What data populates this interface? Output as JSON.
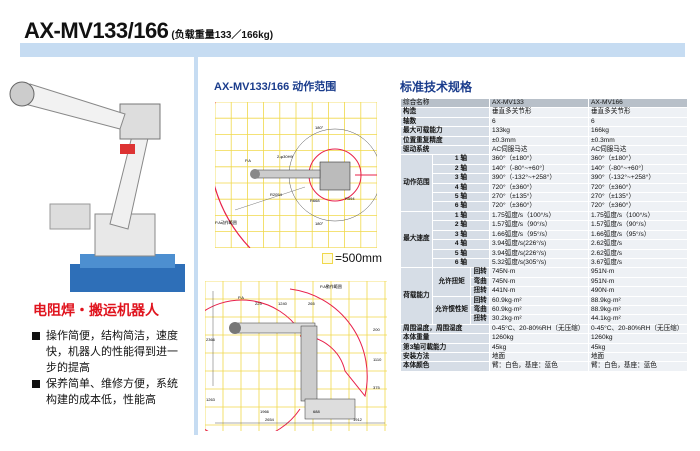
{
  "title": {
    "model": "AX-MV133/166",
    "subtitle": "(负载重量133／166kg)"
  },
  "left": {
    "category": "电阻焊・搬运机器人",
    "bullets": [
      "操作简便，结构简洁，速度快，机器人的性能得到进一步的提高",
      "保养简单、维修方便，系统构建的成本低，性能高"
    ]
  },
  "range": {
    "heading": "AX-MV133/166 动作范围",
    "legend": "=500mm",
    "top_labels": {
      "a180_top": "180°",
      "a180_bot": "180°",
      "pa": "P.A",
      "hole": "2-φ30H9",
      "r2": "R2054",
      "r1": "R668",
      "r3": "R594",
      "pa_range": "P.A动作範囲"
    },
    "side_labels": {
      "pa": "P.A",
      "pa_range": "P.A動作範囲",
      "d225": "225",
      "d1240": "1240",
      "d265": "265",
      "d2366": "2366",
      "d1263": "1263",
      "d1110": "1110",
      "d375": "375",
      "d200": "200",
      "d1966": "1966",
      "d688": "688",
      "d2654": "2654",
      "d1912": "1912"
    }
  },
  "spec": {
    "heading": "标准技术规格",
    "header": [
      "综合名称",
      "AX-MV133",
      "AX-MV166"
    ],
    "rows": [
      [
        "构造",
        "垂直多关节形",
        "垂直多关节形"
      ],
      [
        "轴数",
        "6",
        "6"
      ],
      [
        "最大可载能力",
        "133kg",
        "166kg"
      ],
      [
        "位置重复精度",
        "±0.3mm",
        "±0.3mm"
      ],
      [
        "驱动系统",
        "AC伺服马达",
        "AC伺服马达"
      ]
    ],
    "groups": [
      {
        "label": "动作范围",
        "rows": [
          [
            "1 轴",
            "360°（±180°）",
            "360°（±180°）"
          ],
          [
            "2 轴",
            "140°（-80°~+60°）",
            "140°（-80°~+60°）"
          ],
          [
            "3 轴",
            "390°（-132°~+258°）",
            "390°（-132°~+258°）"
          ],
          [
            "4 轴",
            "720°（±360°）",
            "720°（±360°）"
          ],
          [
            "5 轴",
            "270°（±135°）",
            "270°（±135°）"
          ],
          [
            "6 轴",
            "720°（±360°）",
            "720°（±360°）"
          ]
        ]
      },
      {
        "label": "最大速度",
        "rows": [
          [
            "1 轴",
            "1.75弧度/s（100°/s）",
            "1.75弧度/s（100°/s）"
          ],
          [
            "2 轴",
            "1.57弧度/s（90°/s）",
            "1.57弧度/s（90°/s）"
          ],
          [
            "3 轴",
            "1.66弧度/s（95°/s）",
            "1.66弧度/s（95°/s）"
          ],
          [
            "4 轴",
            "3.94弧度/s(226°/s)",
            "2.62弧度/s"
          ],
          [
            "5 轴",
            "3.94弧度/s(226°/s)",
            "2.62弧度/s"
          ],
          [
            "6 轴",
            "5.32弧度/s(305°/s)",
            "3.67弧度/s"
          ]
        ]
      }
    ],
    "load": {
      "label": "荷载能力",
      "subgroups": [
        {
          "label": "允许扭矩",
          "rows": [
            [
              "回转",
              "745N·m",
              "951N·m"
            ],
            [
              "弯曲",
              "745N·m",
              "951N·m"
            ],
            [
              "扭转",
              "441N·m",
              "490N·m"
            ]
          ]
        },
        {
          "label": "允许惯性矩",
          "rows": [
            [
              "回转",
              "60.9kg·m²",
              "88.9kg·m²"
            ],
            [
              "弯曲",
              "60.9kg·m²",
              "88.9kg·m²"
            ],
            [
              "扭转",
              "30.2kg·m²",
              "44.1kg·m²"
            ]
          ]
        }
      ]
    },
    "tail_rows": [
      [
        "周围温度，周围湿度",
        "0-45°C、20-80%RH（无压缩）",
        "0-45°C、20-80%RH（无压缩）"
      ],
      [
        "本体重量",
        "1260kg",
        "1260kg"
      ],
      [
        "第3轴可載能力",
        "45kg",
        "45kg"
      ],
      [
        "安装方法",
        "地面",
        "地面"
      ],
      [
        "本体颜色",
        "臂：白色，基座：蓝色",
        "臂：白色，基座：蓝色"
      ]
    ]
  },
  "colors": {
    "band": "#c6dcf2",
    "heading": "#1a3c8c",
    "category": "#e0141e",
    "grid": "#f0d84a",
    "arc": "#e8204a"
  }
}
